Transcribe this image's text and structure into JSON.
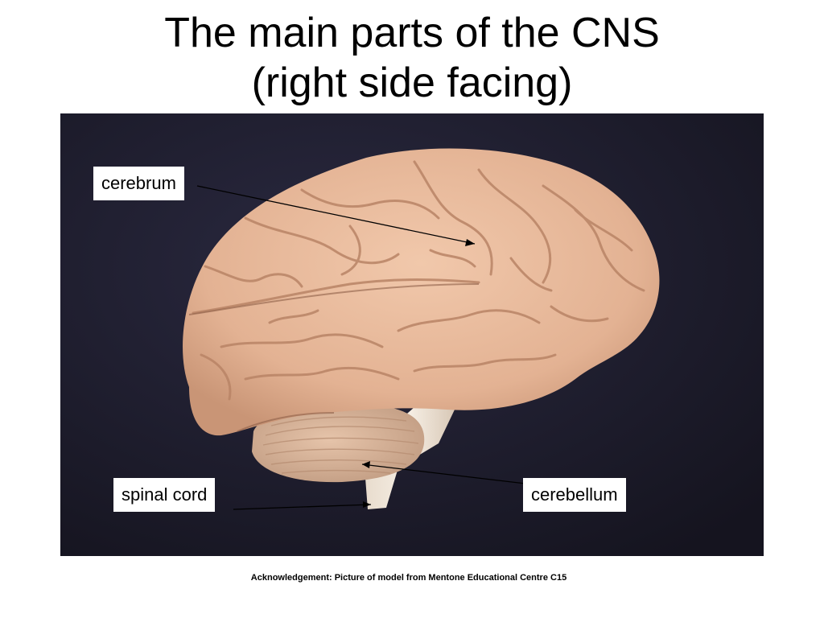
{
  "slide": {
    "title_line1": "The main parts of the CNS",
    "title_line2": "(right side facing)",
    "acknowledgement": "Acknowledgement: Picture of model from Mentone Educational Centre C15"
  },
  "labels": {
    "cerebrum": "cerebrum",
    "spinal_cord": "spinal cord",
    "cerebellum": "cerebellum"
  },
  "colors": {
    "backdrop": "#1c1b2e",
    "brain": "#e7b899",
    "brain_shadow": "#b8876b",
    "cerebellum": "#d9b59b",
    "spinal_cord": "#efe3d6"
  }
}
